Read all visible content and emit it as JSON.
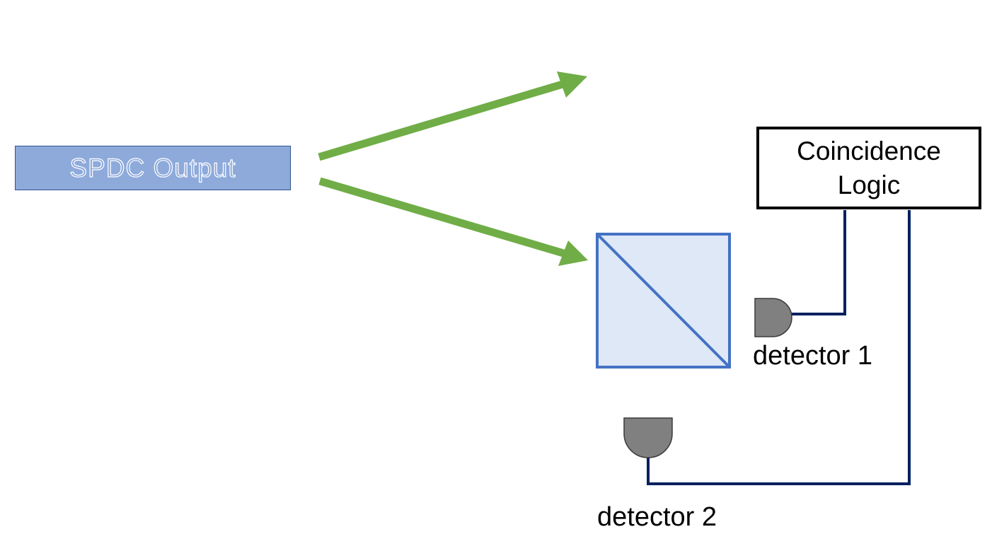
{
  "source": {
    "label": "SPDC Output",
    "fill": "#8eaadb",
    "border": "#2f528f"
  },
  "logic": {
    "label": "Coincidence\nLogic"
  },
  "detectors": [
    {
      "label": "detector 1",
      "color": "#808080"
    },
    {
      "label": "detector 2",
      "color": "#808080"
    }
  ],
  "beam_splitter": {
    "fill": "#dee8f6",
    "border": "#4472c4"
  },
  "colors": {
    "beam": "#70ad47",
    "wire": "#002060"
  }
}
